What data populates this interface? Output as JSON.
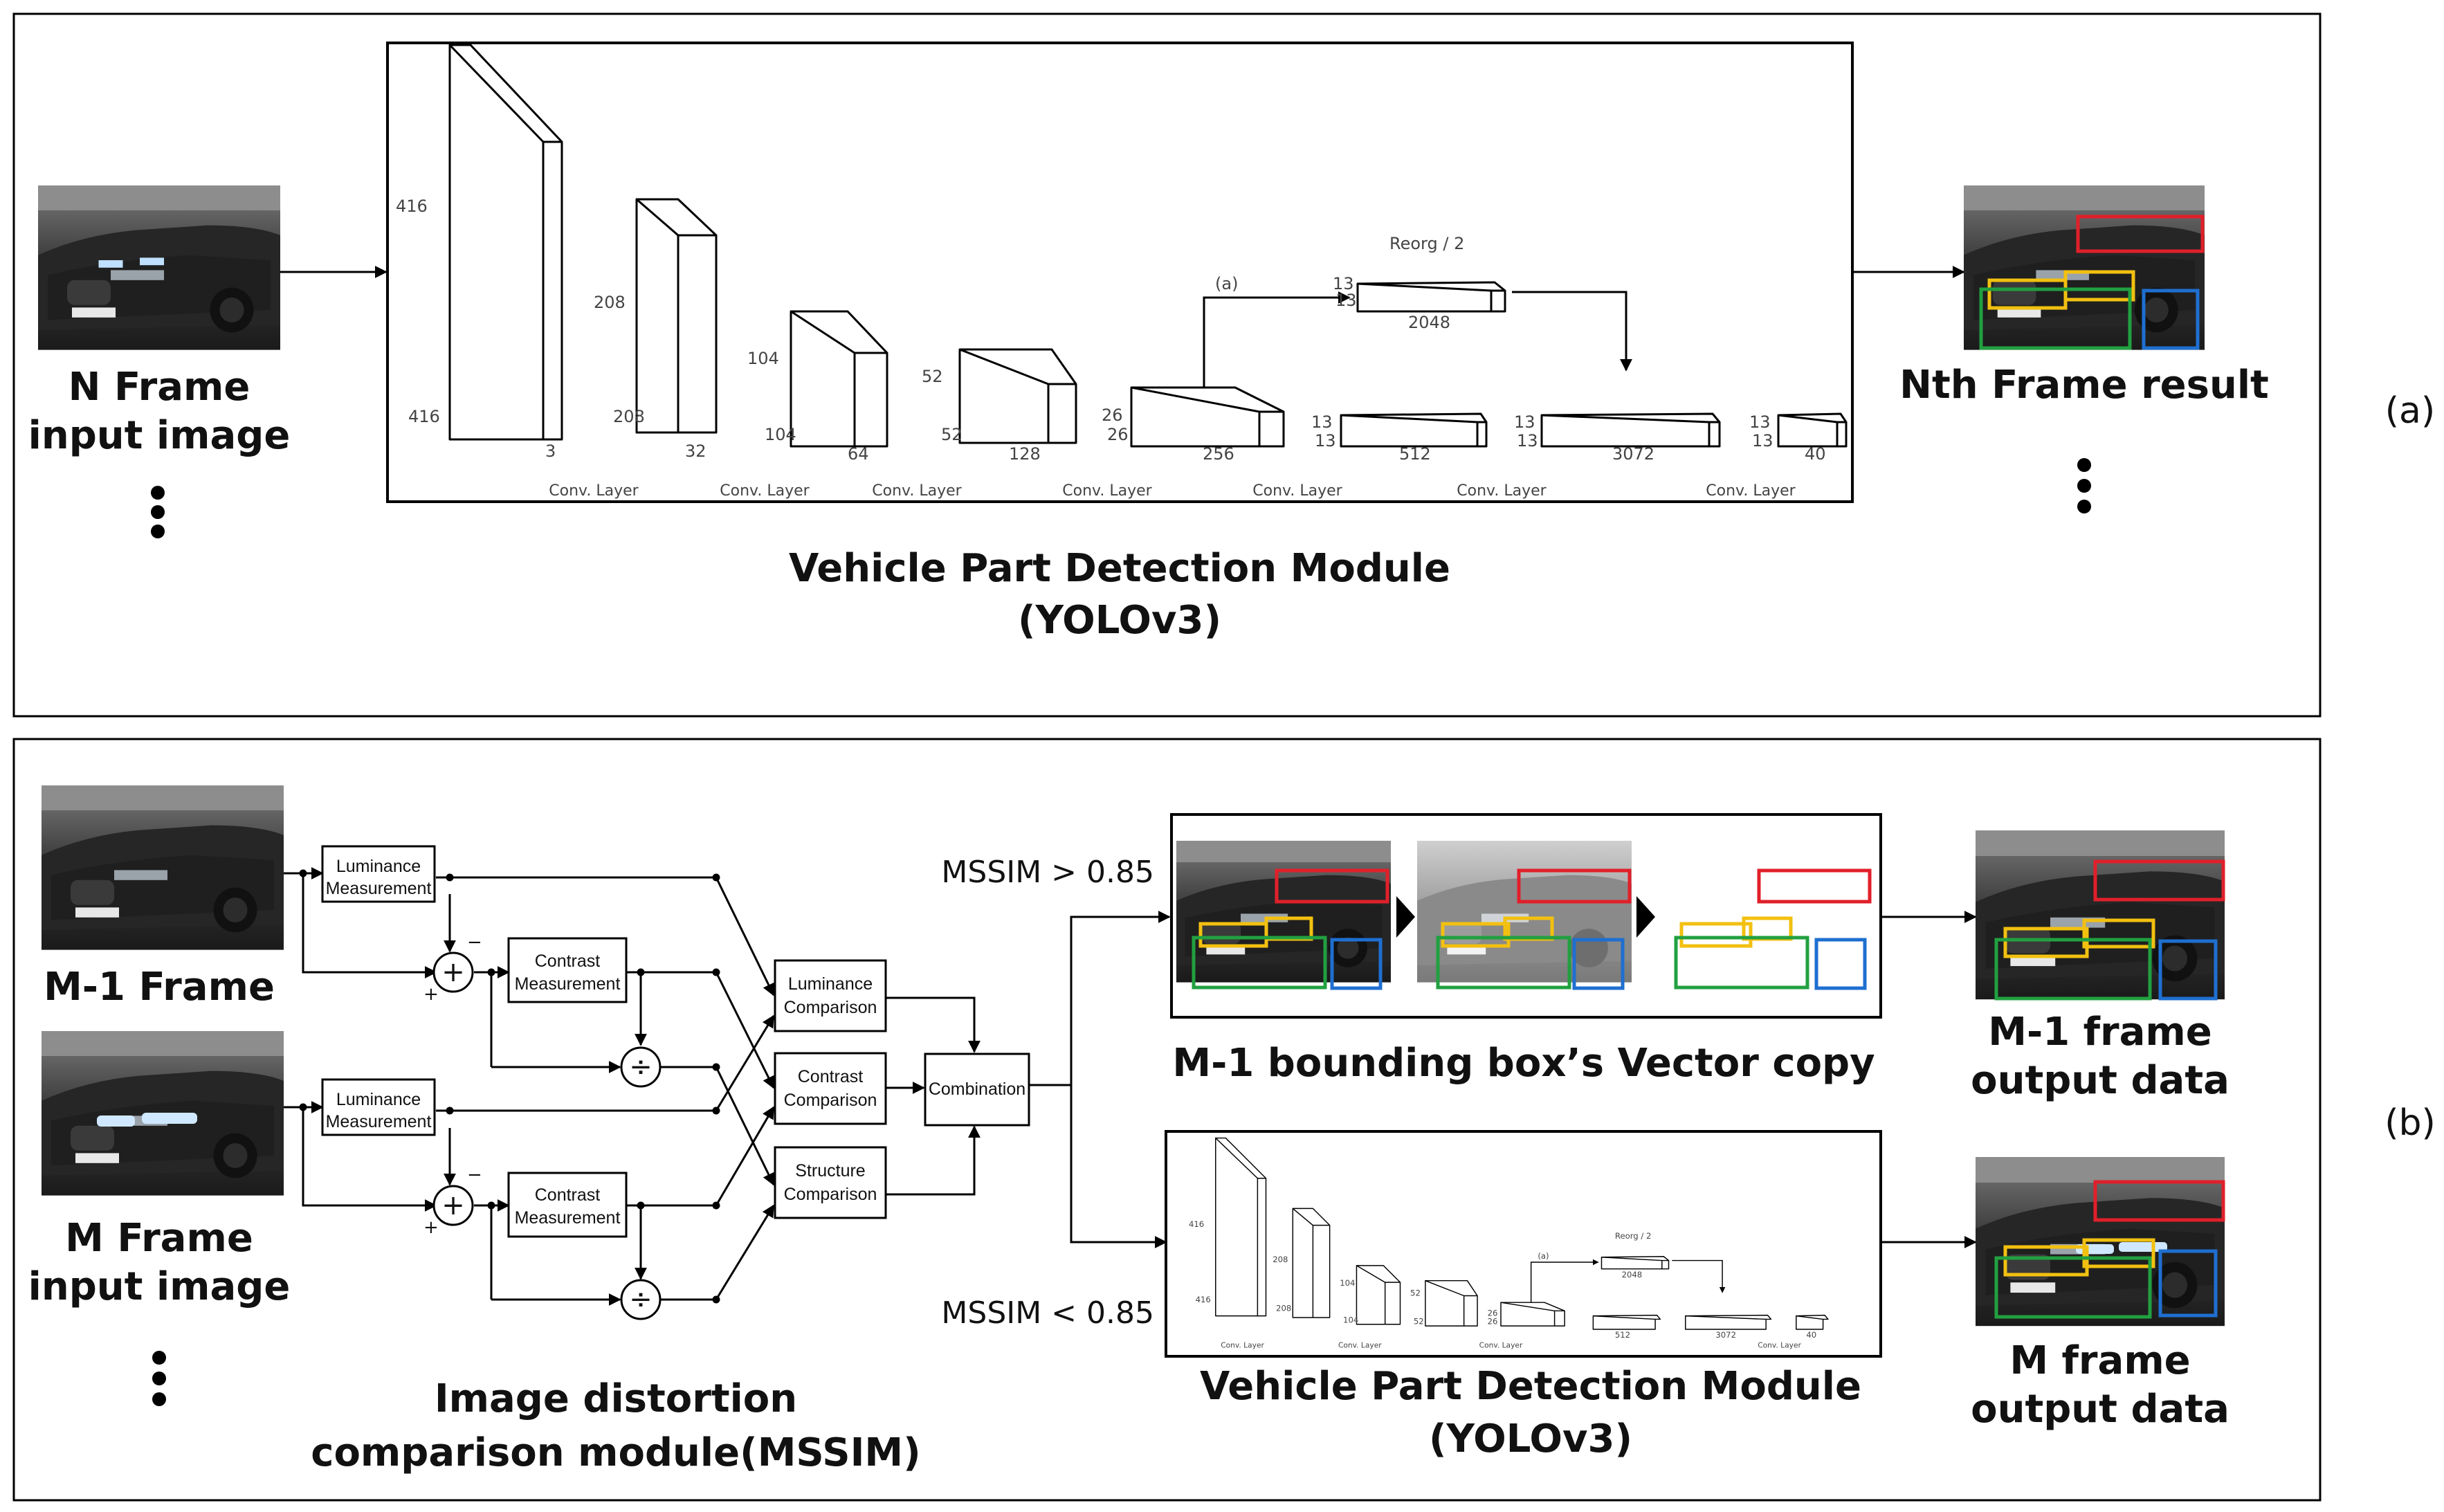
{
  "panel_a": {
    "tag": "(a)",
    "input_label": [
      "N Frame",
      "input image"
    ],
    "result_label": "Nth Frame result",
    "module_title": [
      "Vehicle Part Detection Module",
      "(YOLOv3)"
    ],
    "yolo": {
      "reorg": "Reorg / 2",
      "branch": "(a)",
      "sizes": {
        "l1_h": "416",
        "l1_w": "416",
        "l1_d": "3",
        "l2_h": "208",
        "l2_w": "208",
        "l2_d": "32",
        "l3_h": "104",
        "l3_w": "104",
        "l3_d": "64",
        "l4_h": "52",
        "l4_w": "52",
        "l4_d": "128",
        "l5_h": "26",
        "l5_w": "26",
        "l5_d": "256",
        "l6_h": "13",
        "l6_w": "13",
        "l6_d": "512",
        "l7_h": "13",
        "l7_w": "13",
        "l7_d": "3072",
        "l8_h": "13",
        "l8_w": "13",
        "l8_d": "40",
        "r_h": "13",
        "r_w": "13",
        "r_d": "2048"
      },
      "conv_labels": [
        "Conv. Layer",
        "Conv. Layer",
        "Conv. Layer",
        "Conv. Layer",
        "Conv. Layer",
        "Conv. Layer",
        "Conv. Layer"
      ]
    }
  },
  "panel_b": {
    "tag": "(b)",
    "m1_label": "M-1 Frame",
    "m_label": [
      "M Frame",
      "input image"
    ],
    "lum_meas": [
      "Luminance",
      "Measurement"
    ],
    "con_meas": [
      "Contrast",
      "Measurement"
    ],
    "lum_comp": [
      "Luminance",
      "Comparison"
    ],
    "con_comp": [
      "Contrast",
      "Comparison"
    ],
    "str_comp": [
      "Structure",
      "Comparison"
    ],
    "combination": "Combination",
    "ops": {
      "plus": "+",
      "divide": "÷",
      "minus_sign": "−",
      "plus_sign": "+"
    },
    "mssim_gt": "MSSIM > 0.85",
    "mssim_lt": "MSSIM < 0.85",
    "copy_label": "M-1 bounding box’s Vector copy",
    "out1_label": [
      "M-1 frame",
      "output data"
    ],
    "out2_label": [
      "M frame",
      "output data"
    ],
    "mssim_title": [
      "Image distortion",
      "comparison module(MSSIM)"
    ],
    "module_title": [
      "Vehicle Part Detection Module",
      "(YOLOv3)"
    ]
  },
  "colors": {
    "box_red": "#e0202a",
    "box_yellow": "#f2c010",
    "box_green": "#22a040",
    "box_blue": "#1f6fd0",
    "headlight": "#cfe8ff"
  }
}
